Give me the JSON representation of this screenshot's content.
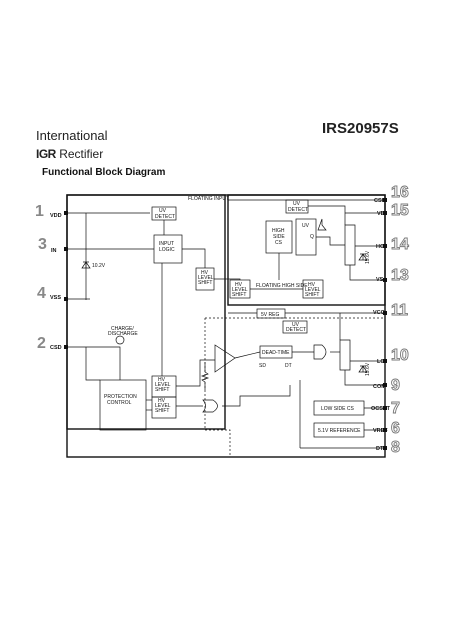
{
  "header": {
    "brand_top": "International",
    "brand_bottom_logo": "IGR",
    "brand_bottom_text": "Rectifier",
    "part_number": "IRS20957S"
  },
  "title": "Functional Block Diagram",
  "left_pins": [
    {
      "num": "1",
      "name": "VDD"
    },
    {
      "num": "3",
      "name": "IN"
    },
    {
      "num": "4",
      "name": "VSS"
    },
    {
      "num": "2",
      "name": "CSD"
    }
  ],
  "right_pins": [
    {
      "num": "16",
      "name": "CSH"
    },
    {
      "num": "15",
      "name": "VB"
    },
    {
      "num": "14",
      "name": "HO"
    },
    {
      "num": "13",
      "name": "VS"
    },
    {
      "num": "11",
      "name": "VCC"
    },
    {
      "num": "10",
      "name": "LO"
    },
    {
      "num": "9",
      "name": "COM"
    },
    {
      "num": "7",
      "name": "OCSET"
    },
    {
      "num": "6",
      "name": "VREF"
    },
    {
      "num": "8",
      "name": "DT"
    }
  ],
  "blocks": {
    "floating_input": "FLOATING INPUT",
    "floating_high_side": "FLOATING HIGH SIDE",
    "uv_detect": [
      "UV",
      "DETECT"
    ],
    "input_logic": [
      "INPUT",
      "LOGIC"
    ],
    "level_shift": [
      "HV",
      "LEVEL",
      "SHIFT"
    ],
    "high_side_cs": [
      "HIGH",
      "SIDE",
      "CS"
    ],
    "uv_q": [
      "UV",
      "Q"
    ],
    "five_v_reg": "5V REG",
    "dead_time": "DEAD-TIME",
    "charge_discharge": [
      "CHARGE/",
      "DISCHARGE"
    ],
    "protection_control": [
      "PROTECTION",
      "CONTROL"
    ],
    "low_side_cs": "LOW SIDE CS",
    "ref_5v": "5.1V REFERENCE",
    "zener_vdd": "10.2V",
    "zener_hi": "15.6V",
    "zener_lo": "15.6V",
    "dt_label": "DT",
    "sd_label": "SD"
  }
}
